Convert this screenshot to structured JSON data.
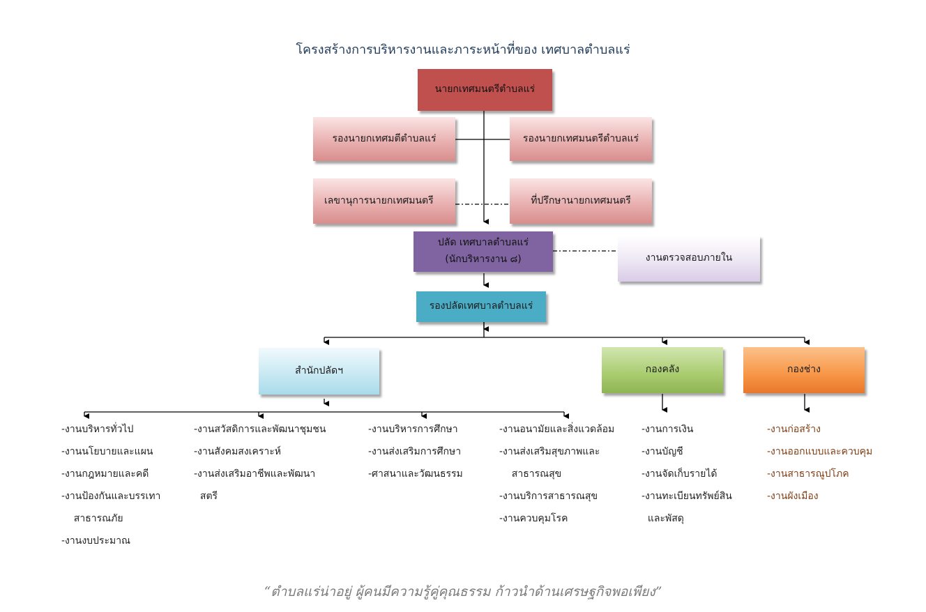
{
  "title": "โครงสร้างการบริหารงานและภาระหน้าที่ของ  เทศบาลตำบลแร่",
  "boxes": {
    "mayor": "นายกเทศมนตรีตำบลแร่",
    "deputy_left": "รองนายกเทศมตีตำบลแร่",
    "deputy_right": "รองนายกเทศมนตรีตำบลแร่",
    "secretary": "เลขานุการนายกเทศมนตรี",
    "advisor": "ที่ปรึกษานายกเทศมนตรี",
    "clerk_line1": "ปลัด  เทศบาลตำบลแร่",
    "clerk_line2": "(นักบริหารงาน ๘)",
    "audit": "งานตรวจสอบภายใน",
    "deputy_clerk": "รองปลัดเทศบาลตำบลแร่",
    "office": "สำนักปลัดฯ",
    "finance": "กองคลัง",
    "engineering": "กองช่าง"
  },
  "colors": {
    "mayor": "#c0504d",
    "clerk": "#8064a2",
    "deputy_clerk": "#4bacc6",
    "finance": "#9bbb59",
    "engineering": "#f79646"
  },
  "tasks": {
    "office_col1": [
      "-งานบริหารทั่วไป",
      "-งานนโยบายและแผน",
      "-งานกฎหมายและคดี",
      "-งานป้องกันและบรรเทา",
      "  สาธารณภัย",
      "-งานงบประมาณ"
    ],
    "office_col2": [
      "-งานสวัสดิการและพัฒนาชุมชน",
      "-งานสังคมสงเคราะห์",
      "-งานส่งเสริมอาชีพและพัฒนา",
      " สตรี"
    ],
    "office_col3": [
      "-งานบริหารการศึกษา",
      "-งานส่งเสริมการศึกษา",
      "-ศาสนาและวัฒนธรรม"
    ],
    "office_col4": [
      "-งานอนามัยและสิ่งแวดล้อม",
      "-งานส่งเสริมสุขภาพและ",
      "  สาธารณสุข",
      "-งานบริการสาธารณสุข",
      "-งานควบคุมโรค"
    ],
    "finance": [
      "-งานการเงิน",
      "-งานบัญชี",
      "-งานจัดเก็บรายได้",
      "-งานทะเบียนทรัพย์สิน",
      " และพัสดุ"
    ],
    "engineering": [
      "-งานก่อสร้าง",
      "-งานออกแบบและควบคุม",
      "-งานสาธารณูปโภค",
      "-งานผังเมือง"
    ]
  },
  "slogan": "“ตำบลแร่น่าอยู่  ผู้คนมีความรู้คู่คุณธรรม  ก้าวนำด้านเศรษฐกิจพอเพียง”"
}
